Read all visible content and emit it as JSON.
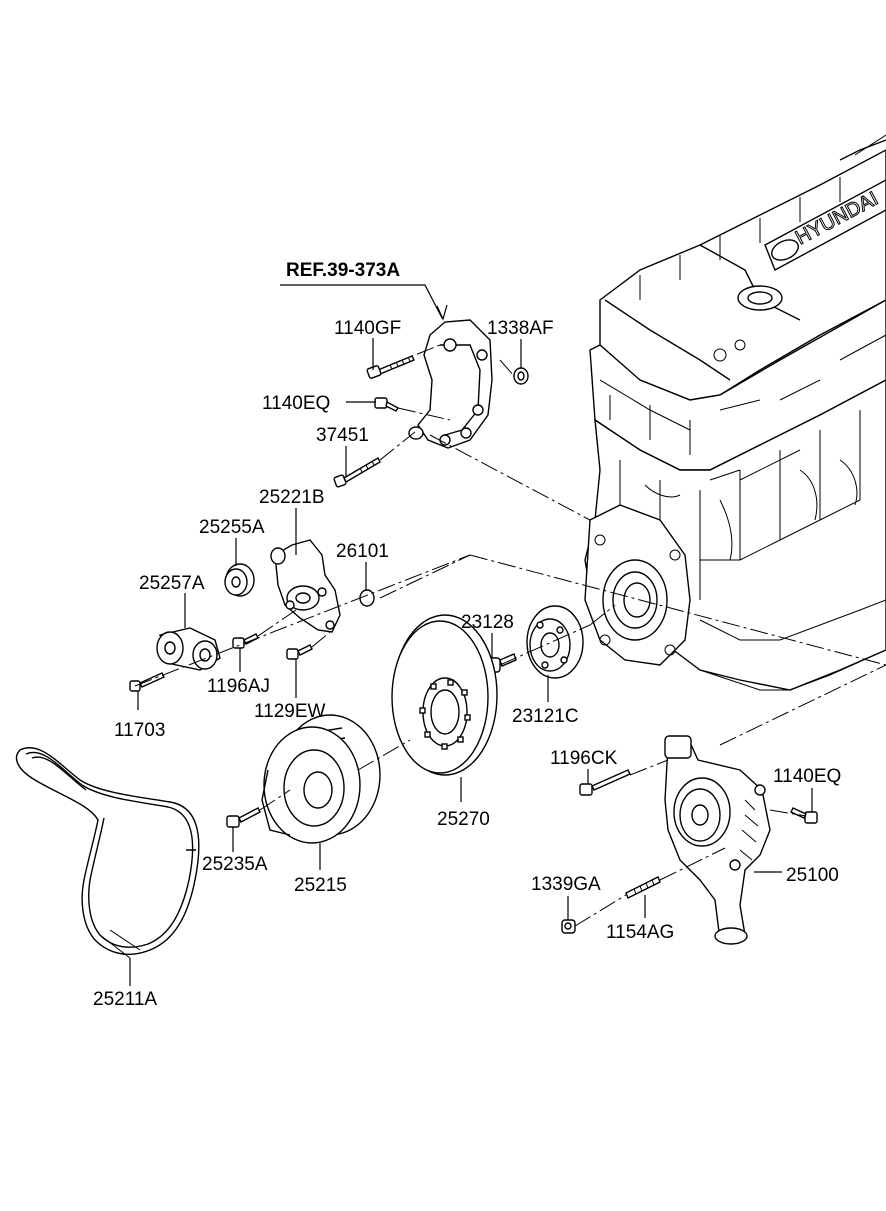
{
  "diagram": {
    "reference": "REF.39-373A",
    "labels": {
      "p1140GF": "1140GF",
      "p1338AF": "1338AF",
      "p1140EQ_top": "1140EQ",
      "p37451": "37451",
      "p25221B": "25221B",
      "p25255A": "25255A",
      "p26101": "26101",
      "p25257A": "25257A",
      "p23128": "23128",
      "p1196AJ": "1196AJ",
      "p1129EW": "1129EW",
      "p23121C": "23121C",
      "p11703": "11703",
      "p1196CK": "1196CK",
      "p1140EQ_right": "1140EQ",
      "p25270": "25270",
      "p25235A": "25235A",
      "p25215": "25215",
      "p25100": "25100",
      "p1339GA": "1339GA",
      "p1154AG": "1154AG",
      "p25211A": "25211A"
    }
  }
}
